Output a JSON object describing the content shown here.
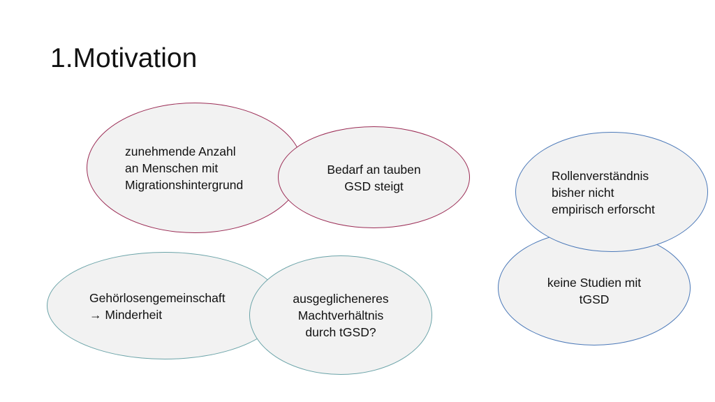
{
  "slide": {
    "title": "1.Motivation"
  },
  "bubbles": {
    "migration": "zunehmende Anzahl\nan Menschen mit\nMigrationshintergrund",
    "demand": "Bedarf an tauben\nGSD steigt",
    "role": "Rollenverständnis\nbisher nicht\nempirisch erforscht",
    "no_studies": "keine Studien mit\ntGSD",
    "community": "Gehörlosengemeinschaft\n→ Minderheit",
    "power": "ausgeglicheneres\nMachtverhältnis\ndurch tGSD?"
  },
  "colors": {
    "red_outline": "#9b2c55",
    "blue_outline": "#4a78b8",
    "teal_outline": "#6aa3a8",
    "fill": "#f2f2f2"
  }
}
